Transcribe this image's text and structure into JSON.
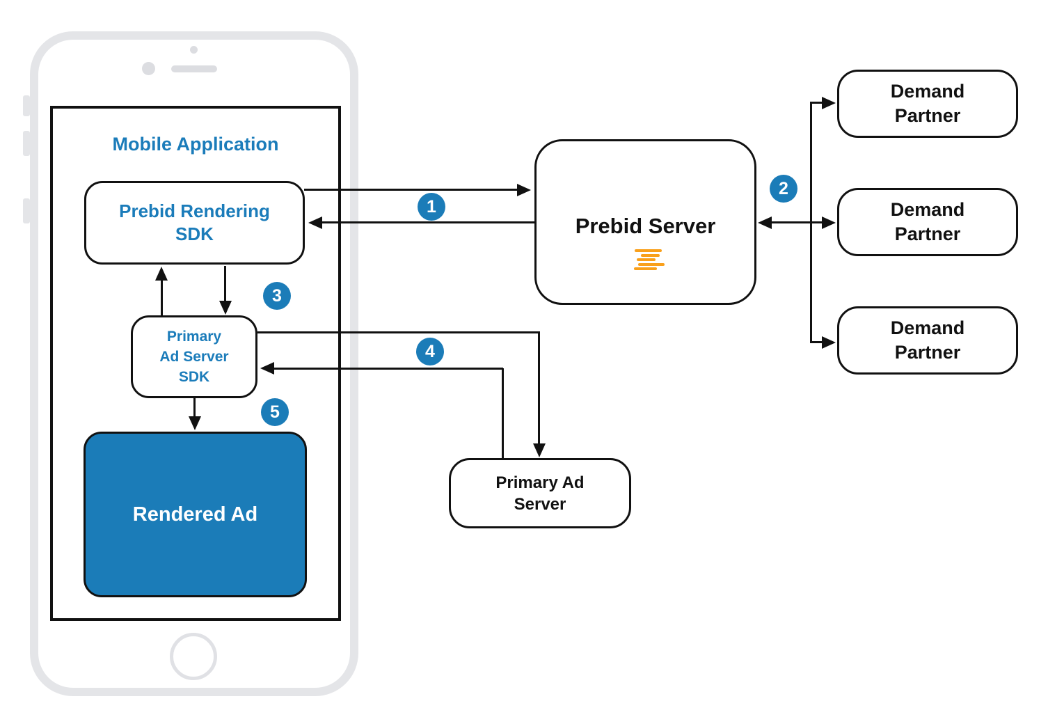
{
  "app": {
    "title": "Mobile Application"
  },
  "nodes": {
    "prebid_rendering_sdk": {
      "line1": "Prebid Rendering",
      "line2": "SDK"
    },
    "primary_ad_server_sdk": {
      "line1": "Primary",
      "line2": "Ad Server",
      "line3": "SDK"
    },
    "rendered_ad": {
      "label": "Rendered Ad"
    },
    "prebid_server": {
      "label": "Prebid Server"
    },
    "primary_ad_server": {
      "line1": "Primary Ad",
      "line2": "Server"
    },
    "demand_partner": {
      "line1": "Demand",
      "line2": "Partner"
    }
  },
  "steps": {
    "1": "1",
    "2": "2",
    "3": "3",
    "4": "4",
    "5": "5"
  },
  "colors": {
    "brand_blue": "#1b7cb8",
    "logo_orange": "#f9a01b",
    "line_black": "#111111",
    "phone_gray": "#e4e5e8"
  }
}
